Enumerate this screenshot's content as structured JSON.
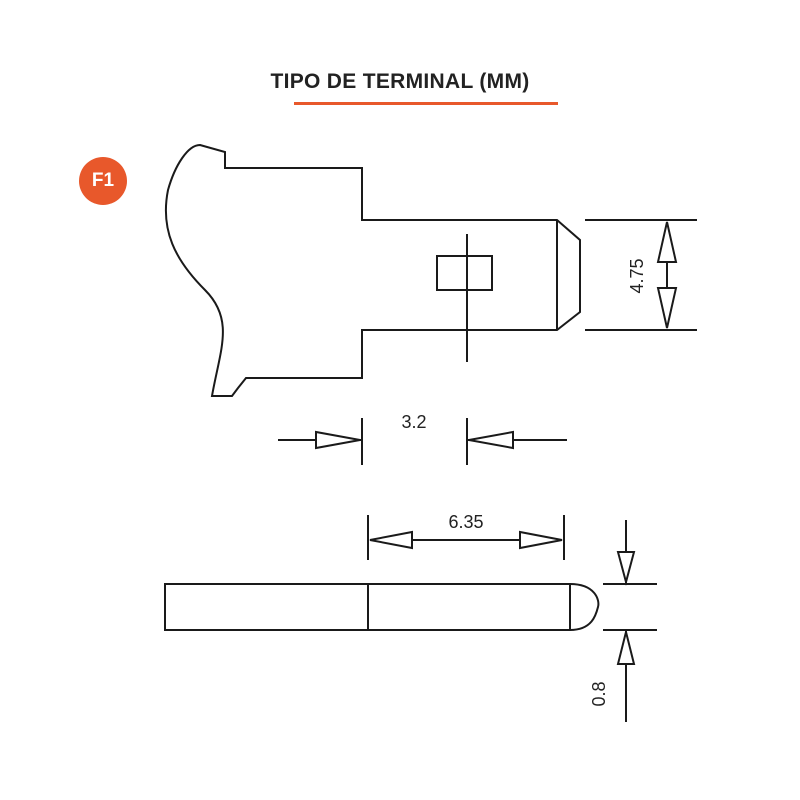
{
  "title": "TIPO DE TERMINAL (MM)",
  "badge": "F1",
  "dimensions": {
    "height_top": "4.75",
    "width_slot": "3.2",
    "length": "6.35",
    "thickness": "0.8"
  },
  "colors": {
    "accent": "#e8582b",
    "line": "#1a1a1a"
  }
}
